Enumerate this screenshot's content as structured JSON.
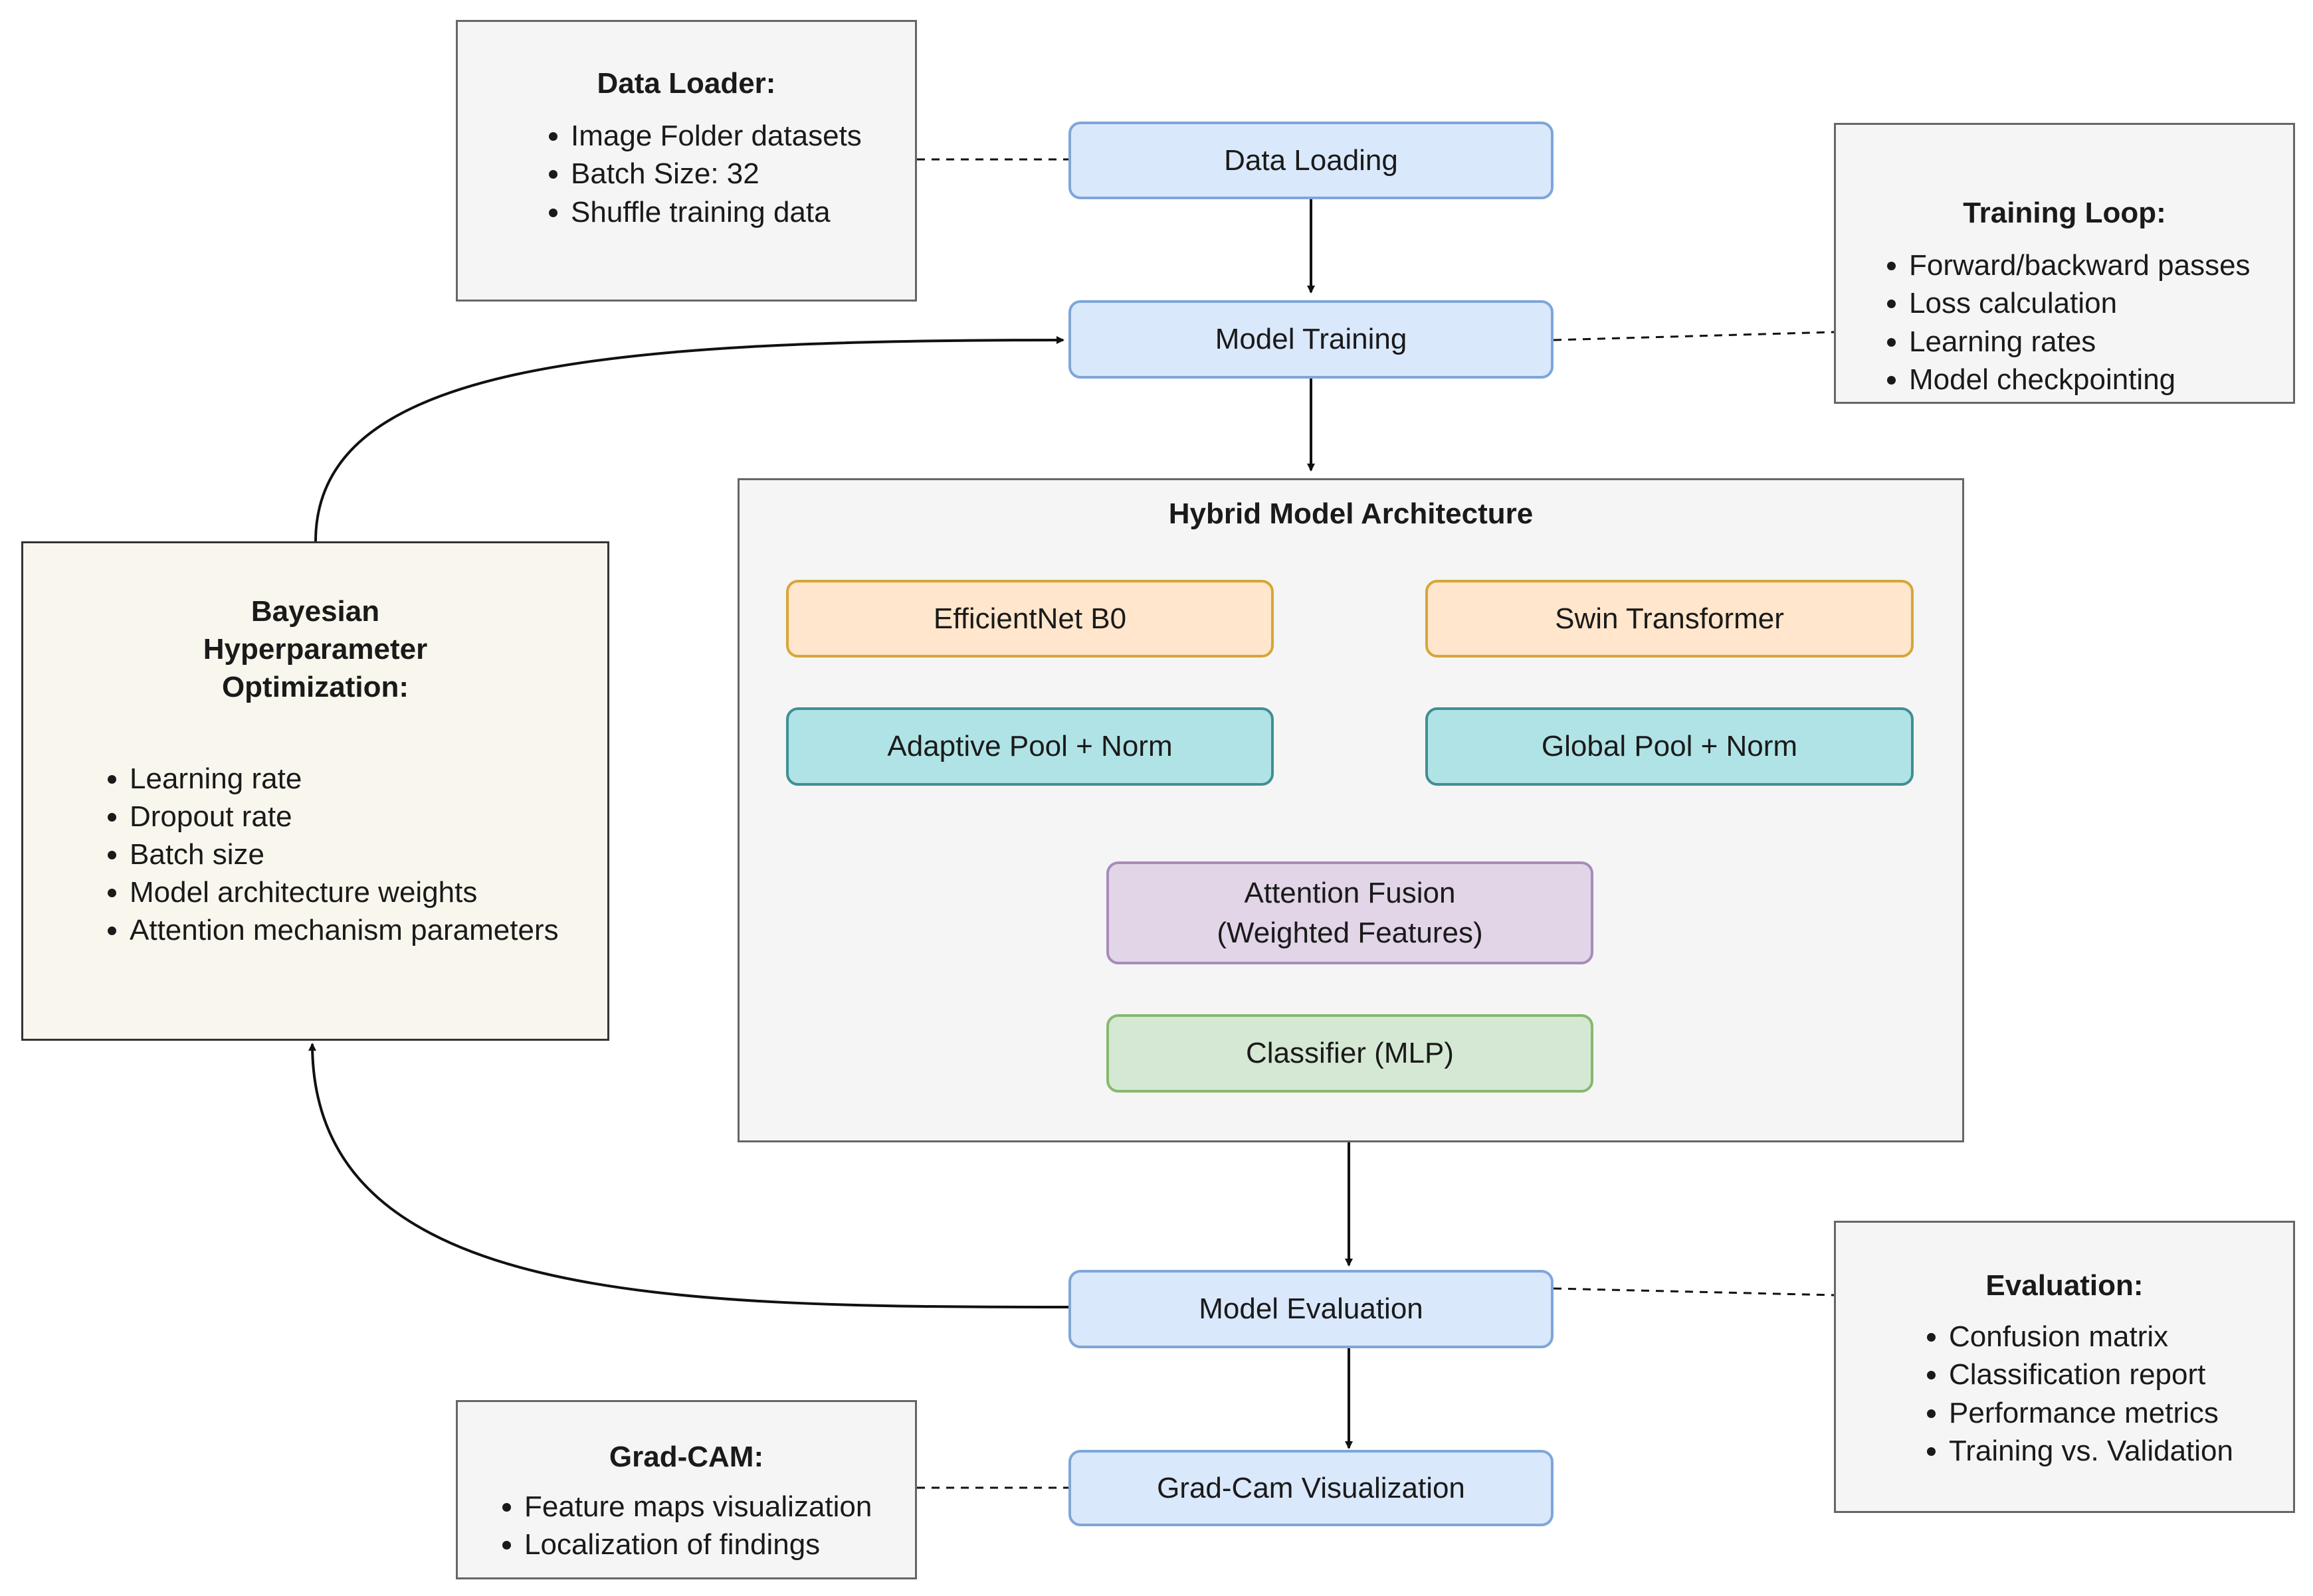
{
  "steps": {
    "data_loading": "Data Loading",
    "model_training": "Model Training",
    "model_evaluation": "Model Evaluation",
    "gradcam_visualization": "Grad-Cam Visualization"
  },
  "architecture": {
    "title": "Hybrid Model Architecture",
    "efficientnet": "EfficientNet B0",
    "swin": "Swin Transformer",
    "adaptive_pool": "Adaptive Pool + Norm",
    "global_pool": "Global Pool + Norm",
    "attention_fusion_line1": "Attention Fusion",
    "attention_fusion_line2": "(Weighted Features)",
    "classifier": "Classifier (MLP)"
  },
  "notes": {
    "data_loader": {
      "title": "Data Loader:",
      "items": [
        "Image Folder datasets",
        "Batch Size: 32",
        "Shuffle training data"
      ]
    },
    "training_loop": {
      "title": "Training Loop:",
      "items": [
        "Forward/backward passes",
        "Loss calculation",
        "Learning rates",
        "Model checkpointing"
      ]
    },
    "evaluation": {
      "title": "Evaluation:",
      "items": [
        "Confusion matrix",
        "Classification report",
        "Performance metrics",
        "Training vs. Validation"
      ]
    },
    "gradcam": {
      "title": "Grad-CAM:",
      "items": [
        "Feature maps visualization",
        "Localization of findings"
      ]
    }
  },
  "bayesian": {
    "title_line1": "Bayesian",
    "title_line2": "Hyperparameter",
    "title_line3": "Optimization:",
    "items": [
      "Learning rate",
      "Dropout rate",
      "Batch size",
      "Model architecture weights",
      "Attention mechanism parameters"
    ]
  },
  "colors": {
    "process_fill": "#dae8fc",
    "backbone_fill": "#ffe6cc",
    "pool_fill": "#b0e3e6",
    "fusion_fill": "#e1d5e7",
    "classifier_fill": "#d5e8d4",
    "note_fill": "#f5f5f5",
    "bayes_fill": "#f9f7ed"
  }
}
